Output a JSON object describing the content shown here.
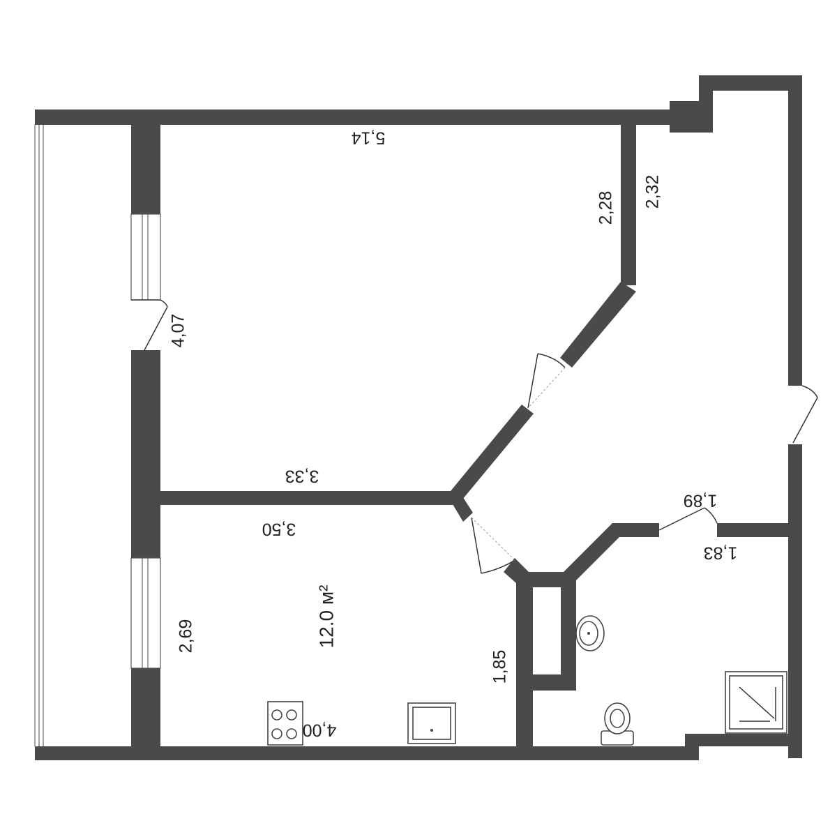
{
  "floor_plan": {
    "dimensions": {
      "top_room_width": "5,14",
      "top_room_height_inner": "2,28",
      "hall_height": "2,32",
      "top_room_left_height": "4,07",
      "top_room_bottom_width": "3,33",
      "kitchen_top_width": "3,50",
      "kitchen_left_height": "2,69",
      "kitchen_right_height": "1,85",
      "kitchen_bottom_width": "4,00",
      "bath_top_diag": "1,89",
      "bath_top_width": "1,83"
    },
    "kitchen_area": "12.0 м²"
  }
}
